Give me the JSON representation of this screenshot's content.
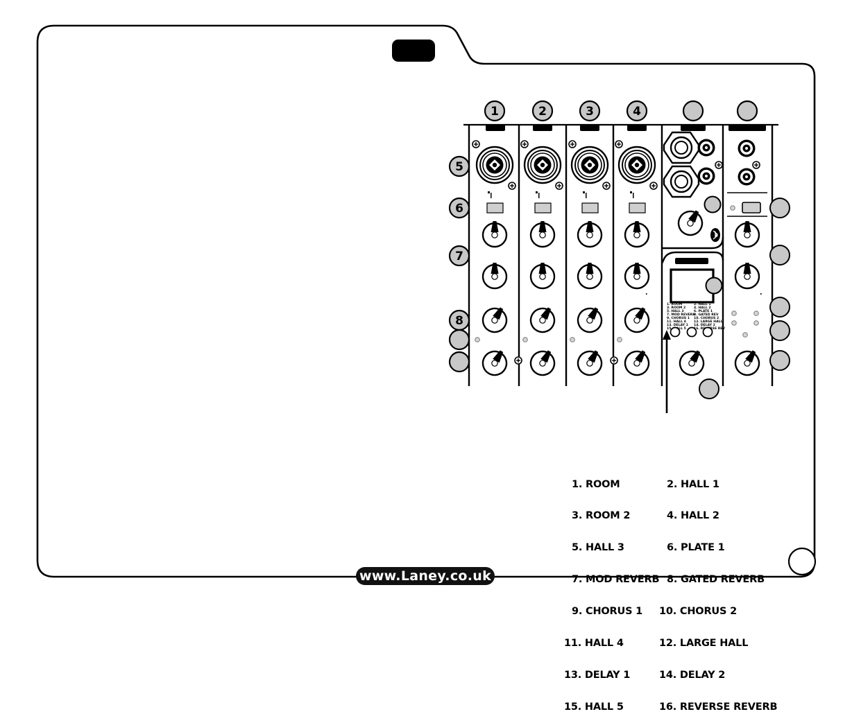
{
  "channel_numbers": [
    "1",
    "2",
    "3",
    "4"
  ],
  "row_callouts": [
    "5",
    "6",
    "7",
    "8"
  ],
  "effects_left": [
    "1. ROOM",
    "3. ROOM 2",
    "5. HALL 3",
    "7. MOD REVERB",
    "9. CHORUS 1",
    "11. HALL 4",
    "13. DELAY 1",
    "15. HALL 5"
  ],
  "effects_right": [
    "2. HALL 1",
    "4. HALL 2",
    "6. PLATE 1",
    "8. GATED REVERB",
    "10. CHORUS 2",
    "12. LARGE HALL",
    "14. DELAY 2",
    "16. REVERSE REVERB"
  ],
  "mini_fx_left": [
    "1. ROOM",
    "3. ROOM 2",
    "5. HALL 3",
    "7. MOD REVERB",
    "9. CHORUS 1",
    "11. HALL 4",
    "13. DELAY 1",
    "15. HALL 5"
  ],
  "mini_fx_right": [
    "2. HALL 1",
    "4. HALL 2",
    "6. PLATE 1",
    "8. GATED REV",
    "10. CHORUS 2",
    "12. LARGE HALL",
    "14. DELAY 2",
    "16. REVERSE REV"
  ],
  "footer_url": "www.Laney.co.uk",
  "colors": {
    "outline": "#000000",
    "callout_fill": "#c8c8c8",
    "background": "#ffffff"
  }
}
